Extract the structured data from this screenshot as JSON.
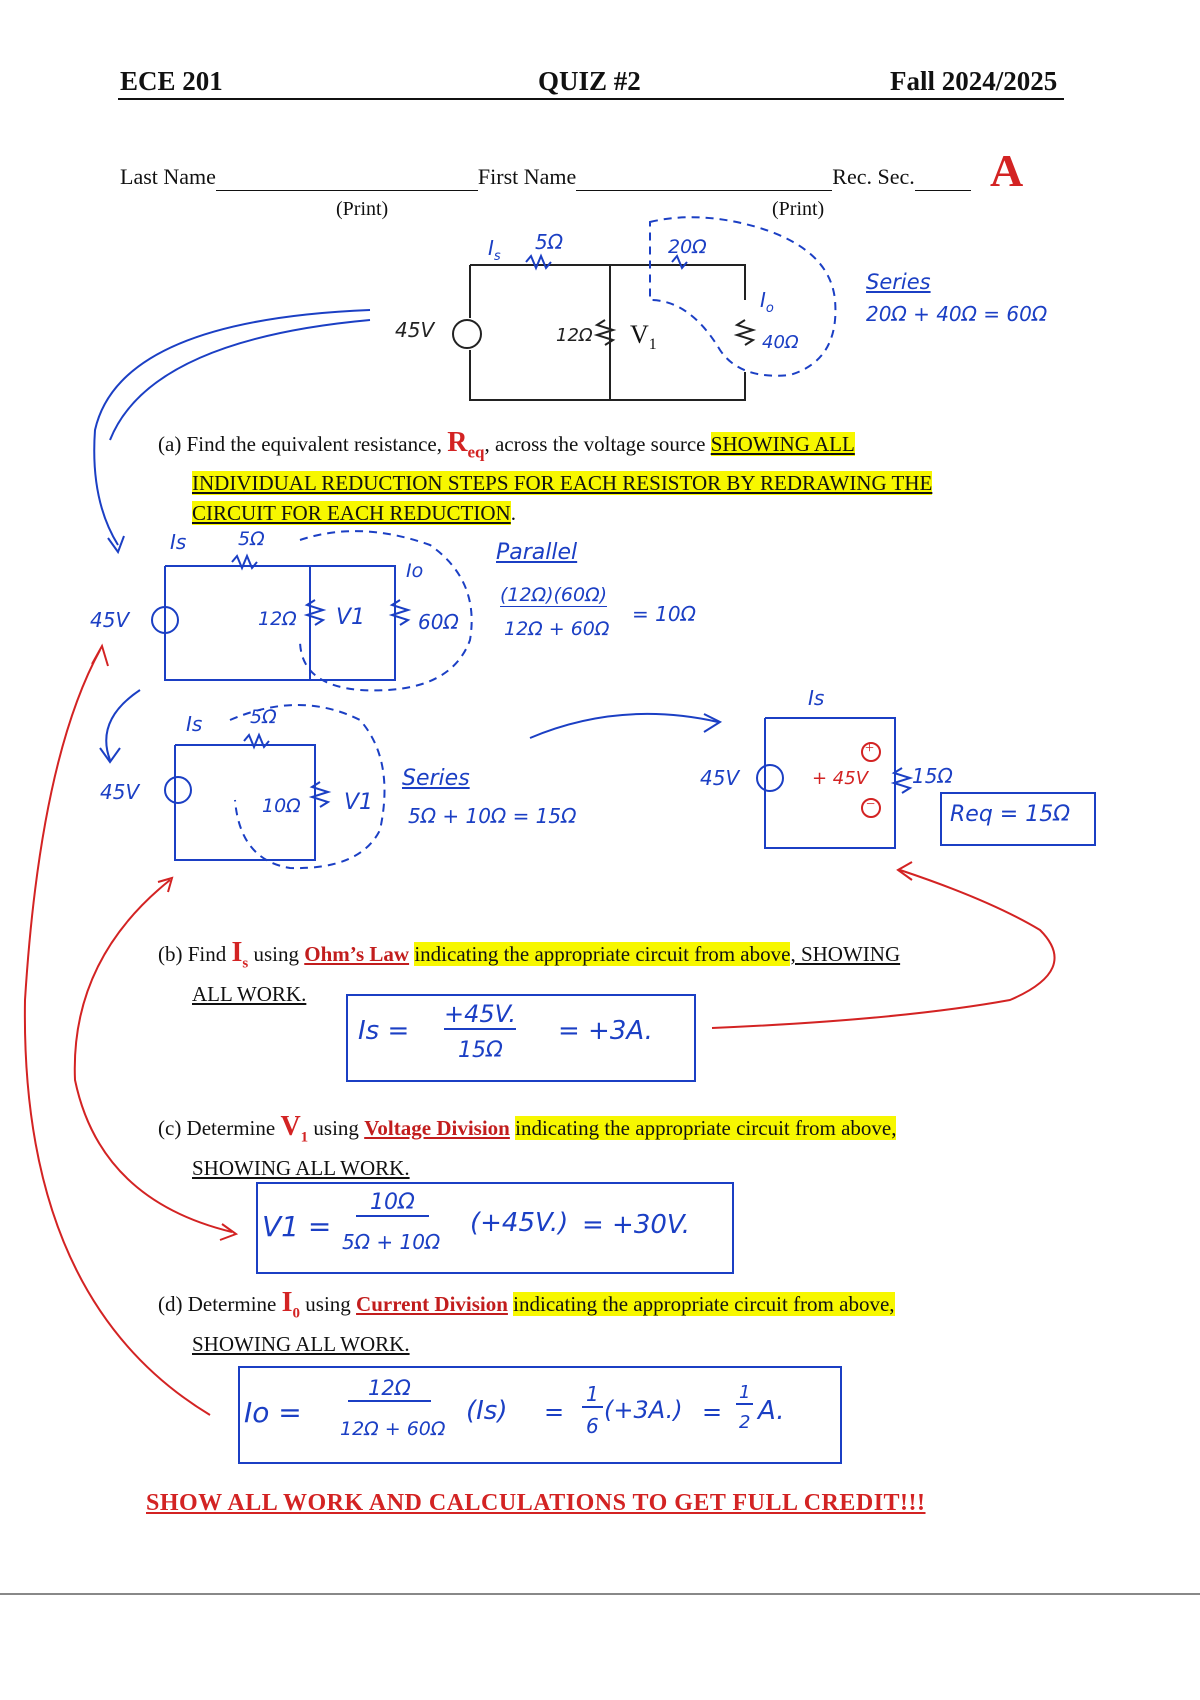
{
  "header": {
    "course": "ECE 201",
    "quiz": "QUIZ #2",
    "term": "Fall 2024/2025"
  },
  "name_row": {
    "last_name_label": "Last Name",
    "first_name_label": "First Name",
    "rec_sec_label": "Rec. Sec.",
    "version": "A",
    "print_hint": "(Print)"
  },
  "circuit_top": {
    "source": "45V",
    "is_label": "I",
    "is_sub": "s",
    "r5": "5Ω",
    "r20": "20Ω",
    "r12": "12Ω",
    "v1_label": "V",
    "v1_sub": "1",
    "io_label": "I",
    "io_sub": "o",
    "r40": "40Ω",
    "note_title": "Series",
    "note_eq": "20Ω + 40Ω = 60Ω"
  },
  "question_a": {
    "prefix": "(a)  Find the equivalent resistance,",
    "symbol": "R",
    "symbol_sub": "eq",
    "suffix": ", across the voltage source",
    "highlight_1": "SHOWING ALL",
    "highlight_2": "INDIVIDUAL REDUCTION STEPS FOR EACH RESISTOR BY REDRAWING THE",
    "highlight_3": "CIRCUIT FOR EACH REDUCTION",
    "period": "."
  },
  "circuit_2": {
    "source": "45V",
    "is_label": "Is",
    "r5": "5Ω",
    "r12": "12Ω",
    "v1": "V1",
    "r60": "60Ω",
    "io": "Io",
    "note_title": "Parallel",
    "note_num": "(12Ω)(60Ω)",
    "note_den": "12Ω + 60Ω",
    "note_res": "= 10Ω"
  },
  "circuit_3": {
    "source": "45V",
    "is_label": "Is",
    "r5": "5Ω",
    "r10": "10Ω",
    "v1": "V1",
    "note_title": "Series",
    "note_eq": "5Ω + 10Ω = 15Ω"
  },
  "circuit_4": {
    "source": "45V",
    "is_label": "Is",
    "plus": "+",
    "minus": "−",
    "v": "+ 45V",
    "r15": "15Ω",
    "req_box": "Req = 15Ω"
  },
  "question_b": {
    "prefix": "(b)  Find",
    "symbol": "I",
    "symbol_sub": "s",
    "mid": "using",
    "law": "Ohm’s Law",
    "highlight": "indicating the appropriate circuit from above",
    "tail": ", SHOWING",
    "line2": "ALL WORK."
  },
  "answer_b": {
    "lhs": "Is =",
    "num": "+45V.",
    "den": "15Ω",
    "rhs": "= +3A."
  },
  "question_c": {
    "prefix": "(c)  Determine",
    "symbol": "V",
    "symbol_sub": "1",
    "mid": "using",
    "law": "Voltage Division",
    "highlight": "indicating the appropriate circuit from above,",
    "line2": "SHOWING ALL WORK."
  },
  "answer_c": {
    "lhs": "V1 =",
    "num": "10Ω",
    "den": "5Ω + 10Ω",
    "mult": "(+45V.)",
    "rhs": "= +30V."
  },
  "question_d": {
    "prefix": "(d)  Determine",
    "symbol": "I",
    "symbol_sub": "0",
    "mid": "using",
    "law": "Current Division",
    "highlight": "indicating the appropriate circuit from above,",
    "line2": "SHOWING ALL WORK."
  },
  "answer_d": {
    "lhs": "Io =",
    "num": "12Ω",
    "den": "12Ω + 60Ω",
    "mult": "(Is)",
    "eq2": "=",
    "frac_num": "1",
    "frac_den": "6",
    "mult2": "(+3A.)",
    "eq3": "=",
    "half_num": "1",
    "half_den": "2",
    "unit": "A."
  },
  "footer": "SHOW ALL WORK AND CALCULATIONS TO GET FULL CREDIT!!!",
  "colors": {
    "ink_blue": "#1b3fc4",
    "ink_red": "#d32323",
    "highlight": "#f7f700"
  }
}
